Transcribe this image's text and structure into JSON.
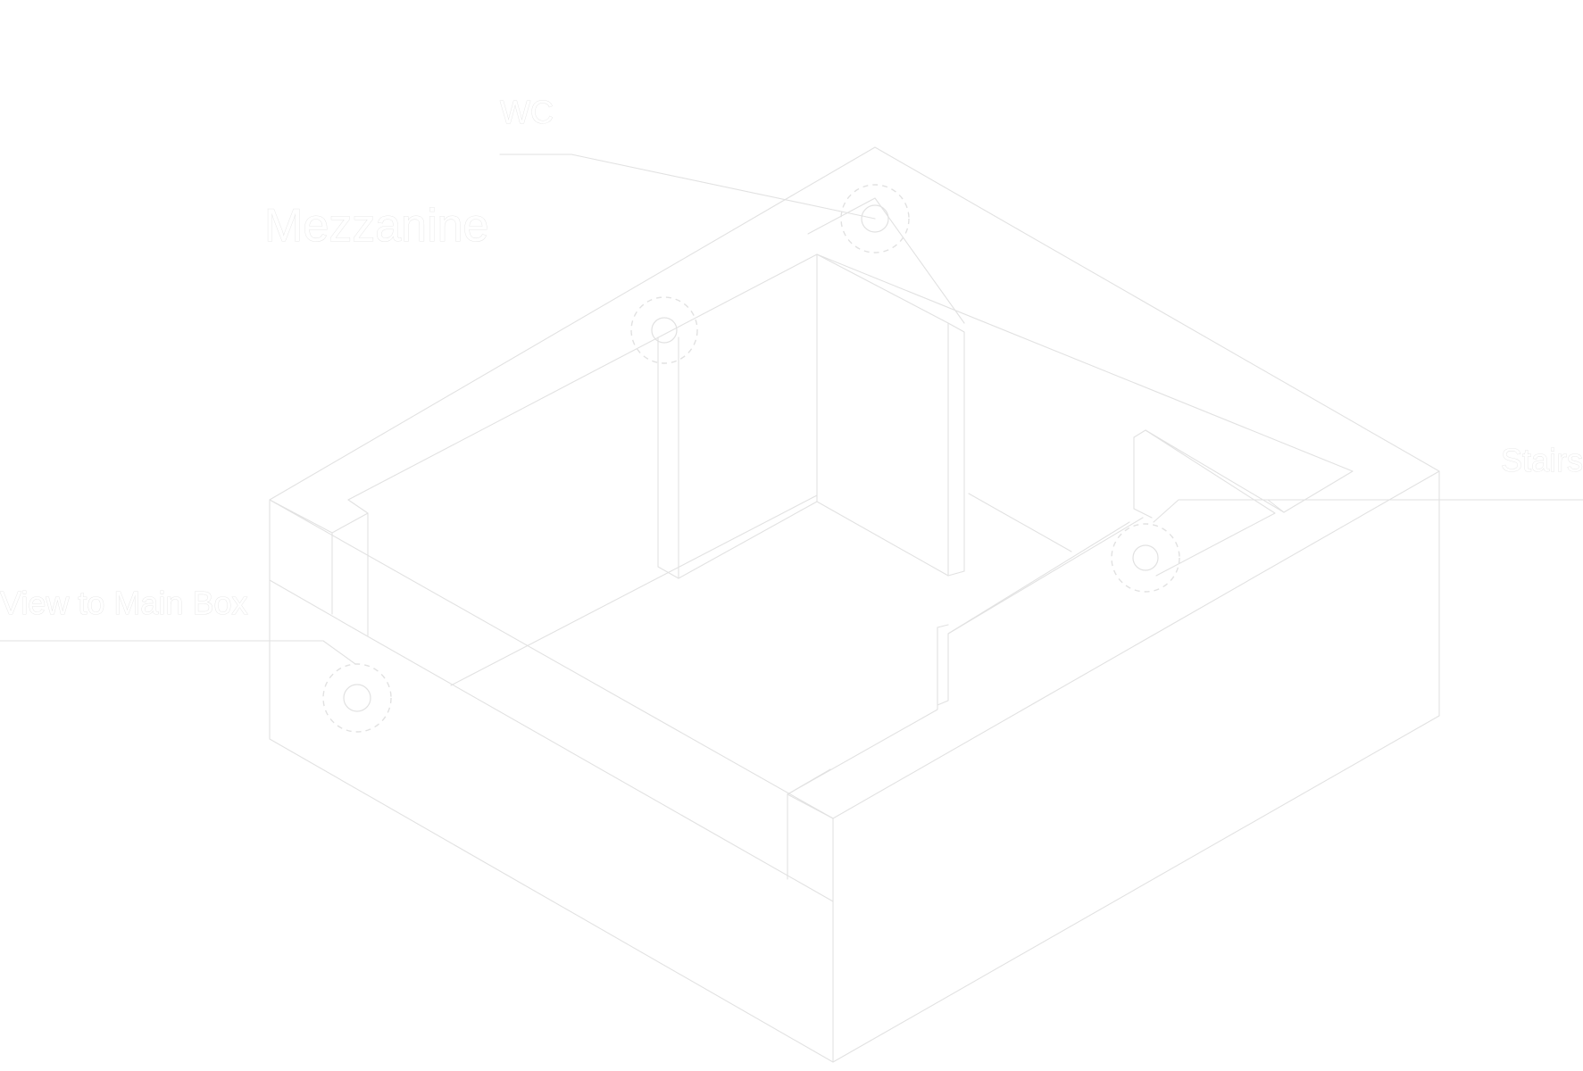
{
  "diagram": {
    "line_color": "#e2e2e2",
    "background": "#ffffff",
    "labels": {
      "title": "Mezzanine",
      "wc": "WC",
      "main_box": "View to Main Box",
      "stairs": "Stairs"
    }
  }
}
